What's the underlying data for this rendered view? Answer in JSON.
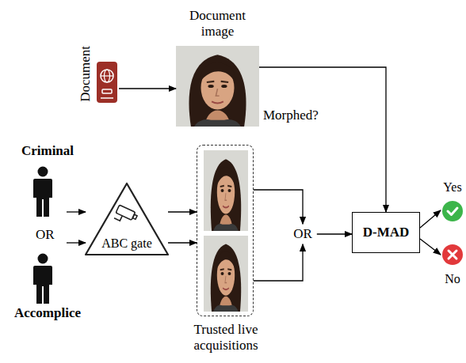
{
  "diagram": {
    "nodes": [
      {
        "text": [
          "Document"
        ]
      },
      {
        "text": [
          "Document image",
          "Morphed?"
        ]
      },
      {
        "text": [
          "Criminal"
        ]
      },
      {
        "text": [
          "Accomplice"
        ]
      },
      {
        "text": [
          "ABC gate"
        ]
      },
      {
        "text": [
          "Trusted live acquisitions"
        ]
      },
      {
        "text": [
          "OR"
        ]
      },
      {
        "text": [
          "D-MAD"
        ]
      },
      {
        "text": [
          "Yes"
        ]
      },
      {
        "text": [
          "No"
        ]
      }
    ],
    "edges": [
      {
        "from": 0,
        "to": 1,
        "arrow": "to"
      },
      {
        "from": 1,
        "to": 7,
        "arrow": "to"
      },
      {
        "from": 2,
        "to": 4,
        "arrow": "to"
      },
      {
        "from": 3,
        "to": 4,
        "arrow": "to"
      },
      {
        "from": 4,
        "to": 5,
        "arrow": "to"
      },
      {
        "from": 4,
        "to": 5,
        "arrow": "to"
      },
      {
        "from": 5,
        "to": 6,
        "arrow": "to"
      },
      {
        "from": 5,
        "to": 6,
        "arrow": "to"
      },
      {
        "from": 6,
        "to": 7,
        "arrow": "to"
      },
      {
        "from": 7,
        "to": 8,
        "arrow": "to"
      },
      {
        "from": 7,
        "to": 9,
        "arrow": "to"
      }
    ],
    "labels": [
      "OR"
    ]
  }
}
